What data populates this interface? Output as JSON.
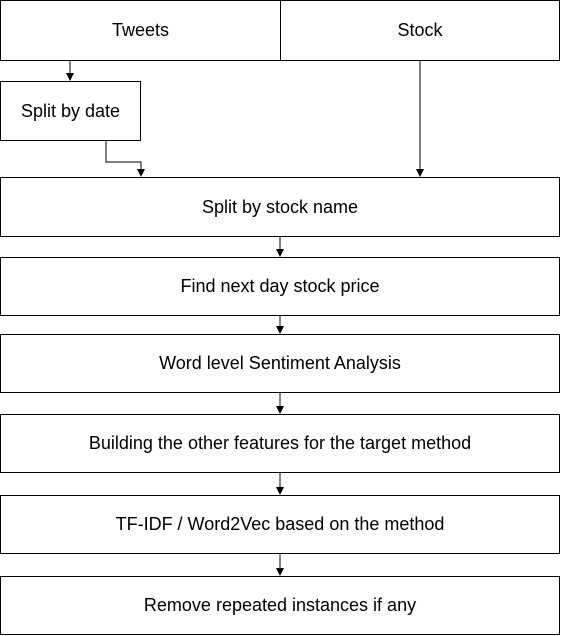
{
  "nodes": {
    "tweets": "Tweets",
    "stock": "Stock",
    "split_date": "Split by date",
    "split_stock": "Split by stock name",
    "next_day": "Find next day stock price",
    "sentiment": "Word level Sentiment Analysis",
    "features": "Building the other features for the target method",
    "tfidf": "TF-IDF / Word2Vec based on the method",
    "remove": "Remove repeated instances if any"
  }
}
